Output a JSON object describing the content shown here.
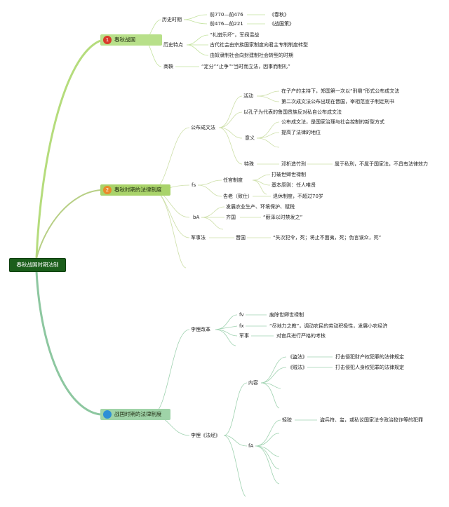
{
  "root": "春秋战国时期法制",
  "branches": {
    "b1": {
      "label": "春秋战国",
      "badge": "1"
    },
    "b2": {
      "label": "春秋时期的法律制度",
      "badge": "2"
    },
    "b3": {
      "label": "战国时期的法律制度",
      "badge": ""
    }
  },
  "nodes": {
    "historical_period": "历史时期",
    "period_1_range": "前770—前476",
    "period_1_book": "《春秋》",
    "period_2_range": "前476—前221",
    "period_2_book": "《战国策》",
    "features": "历史特点",
    "feature_1": "“礼崩乐坏”，军阀混战",
    "feature_2": "古代社会由宗族国家制度向君主专制制度转型",
    "feature_3": "由奴隶制社会向封建制社会转型的时期",
    "shang_yang": "商鞅",
    "shang_yang_note": "“定分”“止争”“当时而立法，因事而制礼”",
    "publish_law": "公布成文法",
    "activity": "活动",
    "activity_1": "在子产的主持下，郑国第一次以“刑鼎”形式公布成文法",
    "activity_2": "第二次成文法公布出现在晋国，宰相范宣子制定刑书",
    "confucius": "以孔子为代表的鲁国贵族反对私自公布成文法",
    "meaning": "意义",
    "meaning_1": "公布成文法，是国家治理与社会控制的新型方式",
    "meaning_2": "提高了法律的地位",
    "special": "特殊",
    "deng_xi": "邓析造竹刑",
    "deng_xi_note": "属于私刑，不属于国家法，不具有法律效力",
    "fs": "fs",
    "official_system": "任官制度",
    "official_1": "打破世卿世禄制",
    "official_2": "基本原则：任人唯贤",
    "retirement": "告老（致仕）",
    "retirement_note": "退休制度，不超过70岁",
    "ba": "bA",
    "ba_1": "发展农业生产、环境保护、赋税",
    "qi": "齐国",
    "qi_note": "“薮泽以时禁发之”",
    "military_law": "军事法",
    "jin": "晋国",
    "jin_note": "“失次犯令，死；将止不面夷，死；伪言误众，死”",
    "li_kui_reform": "李悝改革",
    "fv": "fv",
    "fv_note": "废除世卿世禄制",
    "fx": "fx",
    "fx_note": "“尽地力之教”，调动农民的劳动积极性，发展小农经济",
    "military": "军事",
    "military_note": "对官兵进行严格的考核",
    "li_kui_fajing": "李悝《法经》",
    "content": "内容",
    "dao_fa": "《盗法》",
    "dao_fa_note": "打击侵犯财产权犯罪的法律规定",
    "zei_fa": "《贼法》",
    "zei_fa_note": "打击侵犯人身权犯罪的法律规定",
    "fa": "fA",
    "qiang_yu": "轻狡",
    "qiang_yu_note": "盗兵符、玺，或私议国家法令政治狡诈等的犯罪"
  },
  "colors": {
    "root_bg": "#1b5e1b",
    "branch1": "#b8e08a",
    "branch2": "#a9d36a",
    "branch3": "#9fd3a8",
    "line1": "#b5dc7c",
    "line2": "#b7cf85",
    "line3": "#8dc7a0",
    "badge_red": "#d93a2b",
    "badge_orange": "#e98a2b",
    "badge_blue": "#2e8fd6"
  }
}
